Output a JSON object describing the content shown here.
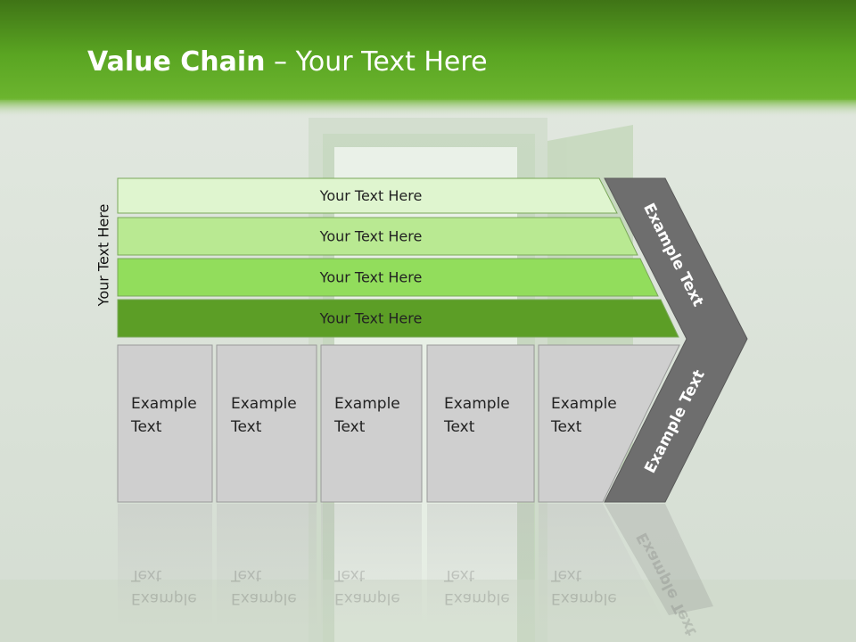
{
  "slide": {
    "title_bold": "Value Chain",
    "title_rest": " – Your Text Here",
    "side_label": "Your Text Here"
  },
  "bars": [
    {
      "label": "Your Text Here",
      "color": "#dff5cf"
    },
    {
      "label": "Your Text Here",
      "color": "#b9e992"
    },
    {
      "label": "Your Text Here",
      "color": "#92dd5c"
    },
    {
      "label": "Your Text Here",
      "color": "#5c9e26"
    }
  ],
  "boxes": [
    {
      "line1": "Example",
      "line2": "Text"
    },
    {
      "line1": "Example",
      "line2": "Text"
    },
    {
      "line1": "Example",
      "line2": "Text"
    },
    {
      "line1": "Example",
      "line2": "Text"
    },
    {
      "line1": "Example",
      "line2": "Text"
    }
  ],
  "chevron": {
    "upper_label": "Example Text",
    "lower_label": "Example Text",
    "color": "#6e6e6e"
  },
  "colors": {
    "header_green": "#5fa623",
    "box_fill": "#cfcfcf"
  }
}
